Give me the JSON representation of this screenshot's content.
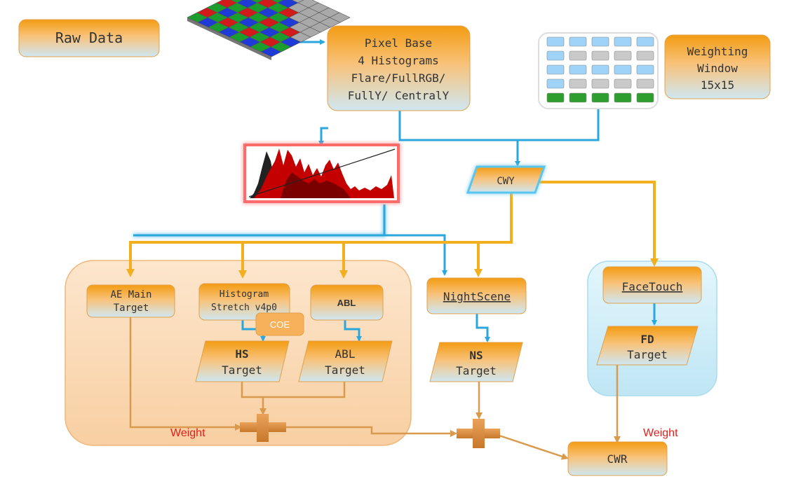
{
  "colors": {
    "orange": "#f5a623",
    "box_bottom": "#cfe6ef",
    "blue_line": "#2aa7dd",
    "gold_line": "#f2b01e",
    "brown_line": "#d99a4e",
    "weight_red": "#e0201b",
    "group_bg": "#fbd9b4",
    "face_bg": "#cfeef8"
  },
  "nodes": {
    "raw_data": "Raw Data",
    "pixel_base": [
      "Pixel Base",
      "4 Histograms",
      "Flare/FullRGB/",
      "FullY/ CentralY"
    ],
    "weighting_window": [
      "Weighting",
      "Window",
      "15x15"
    ],
    "cwy": "CWY",
    "ae_main": [
      "AE Main",
      "Target"
    ],
    "histogram_stretch": [
      "Histogram",
      "Stretch v4p0"
    ],
    "coe": "COE",
    "abl": "ABL",
    "night_scene": "NightScene",
    "face_touch": "FaceTouch",
    "hs_target": [
      "HS",
      "Target"
    ],
    "abl_target": [
      "ABL",
      "Target"
    ],
    "ns_target": [
      "NS",
      "Target"
    ],
    "fd_target": [
      "FD",
      "Target"
    ],
    "cwr": "CWR"
  },
  "labels": {
    "weight_left": "Weight",
    "weight_right": "Weight"
  },
  "icons": {
    "bayer": "bayer-pattern-icon",
    "histogram": "histogram-chart-icon",
    "window": "weighting-grid-icon",
    "adder": "plus-combiner-icon"
  }
}
